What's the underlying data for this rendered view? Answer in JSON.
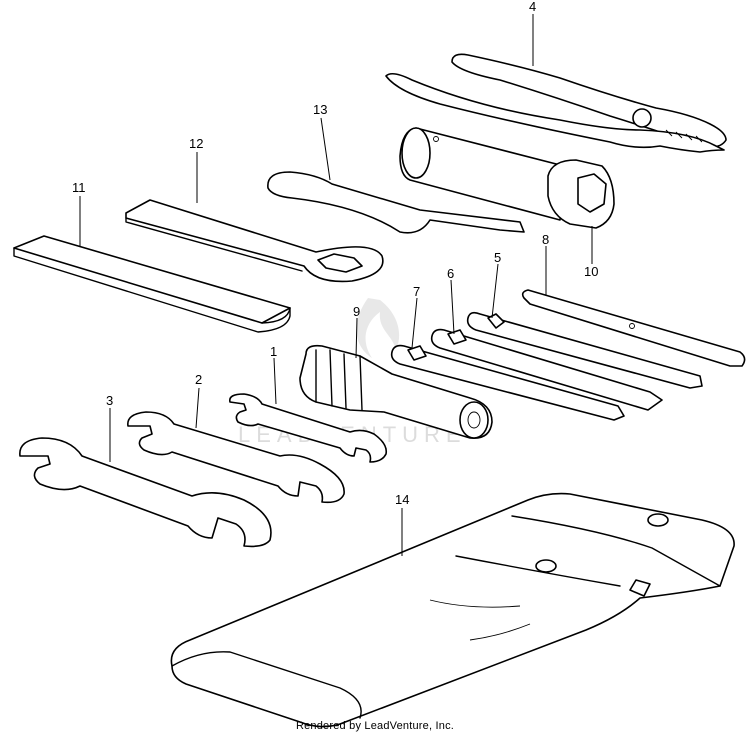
{
  "diagram": {
    "callouts": {
      "c1": "1",
      "c2": "2",
      "c3": "3",
      "c4": "4",
      "c5": "5",
      "c6": "6",
      "c7": "7",
      "c8": "8",
      "c9": "9",
      "c10": "10",
      "c11": "11",
      "c12": "12",
      "c13": "13",
      "c14": "14"
    },
    "watermark": "LEADVENTURE",
    "footer": "Rendered by LeadVenture, Inc."
  }
}
